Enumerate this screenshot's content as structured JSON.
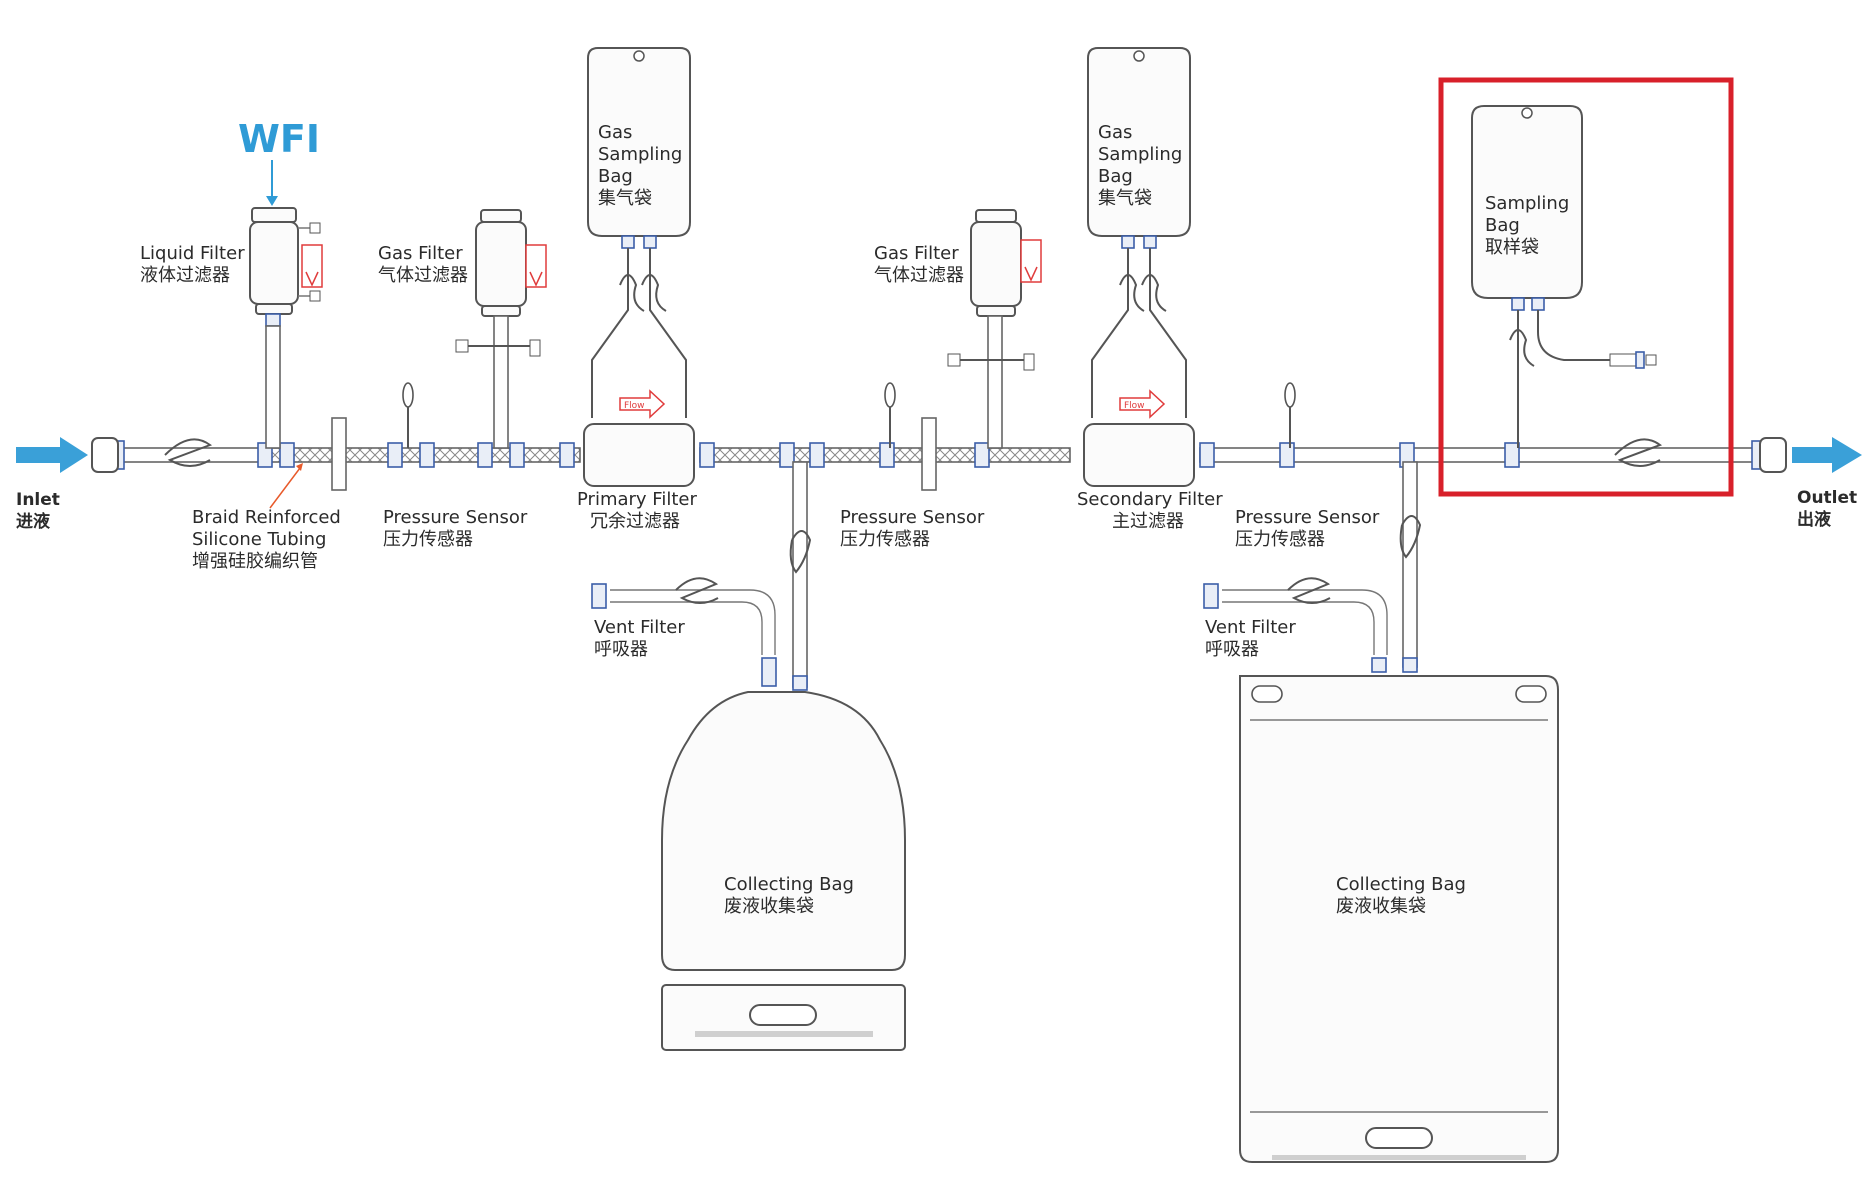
{
  "colors": {
    "arrow_blue": "#3aa0d8",
    "wfi_blue": "#2f9bd6",
    "highlight_red": "#d8202a",
    "flow_red": "#e03c3c",
    "connector_blue": "#3b5ea8",
    "line_gray": "#555555"
  },
  "wfi": "WFI",
  "inlet": {
    "en": "Inlet",
    "zh": "进液"
  },
  "outlet": {
    "en": "Outlet",
    "zh": "出液"
  },
  "flow_tag": "Flow",
  "components": {
    "liquid_filter": {
      "en": "Liquid Filter",
      "zh": "液体过滤器"
    },
    "gas_filter_1": {
      "en": "Gas Filter",
      "zh": "气体过滤器"
    },
    "gas_filter_2": {
      "en": "Gas Filter",
      "zh": "气体过滤器"
    },
    "braid_tubing": {
      "en1": "Braid Reinforced",
      "en2": "Silicone Tubing",
      "zh": "增强硅胶编织管"
    },
    "pressure_sensor_1": {
      "en": "Pressure Sensor",
      "zh": "压力传感器"
    },
    "pressure_sensor_2": {
      "en": "Pressure Sensor",
      "zh": "压力传感器"
    },
    "pressure_sensor_3": {
      "en": "Pressure Sensor",
      "zh": "压力传感器"
    },
    "primary_filter": {
      "en": "Primary Filter",
      "zh": "冗余过滤器"
    },
    "secondary_filter": {
      "en": "Secondary Filter",
      "zh": "主过滤器"
    },
    "gas_sampling_bag_1": {
      "l1": "Gas",
      "l2": "Sampling",
      "l3": "Bag",
      "zh": "集气袋"
    },
    "gas_sampling_bag_2": {
      "l1": "Gas",
      "l2": "Sampling",
      "l3": "Bag",
      "zh": "集气袋"
    },
    "sampling_bag": {
      "l1": "Sampling",
      "l2": "Bag",
      "zh": "取样袋"
    },
    "vent_filter_1": {
      "en": "Vent Filter",
      "zh": "呼吸器"
    },
    "vent_filter_2": {
      "en": "Vent Filter",
      "zh": "呼吸器"
    },
    "collecting_bag_1": {
      "en": "Collecting Bag",
      "zh": "废液收集袋"
    },
    "collecting_bag_2": {
      "en": "Collecting Bag",
      "zh": "废液收集袋"
    }
  }
}
